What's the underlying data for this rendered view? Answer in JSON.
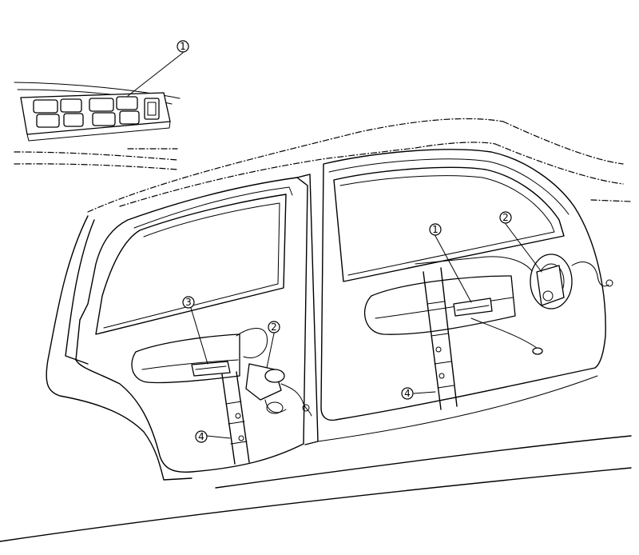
{
  "callouts": {
    "switch_panel_label": "1",
    "front_switch_label": "1",
    "front_motor_label": "2",
    "rear_motor_label": "2",
    "rear_switch_label": "3",
    "front_regulator_label": "4",
    "rear_regulator_label": "4"
  }
}
